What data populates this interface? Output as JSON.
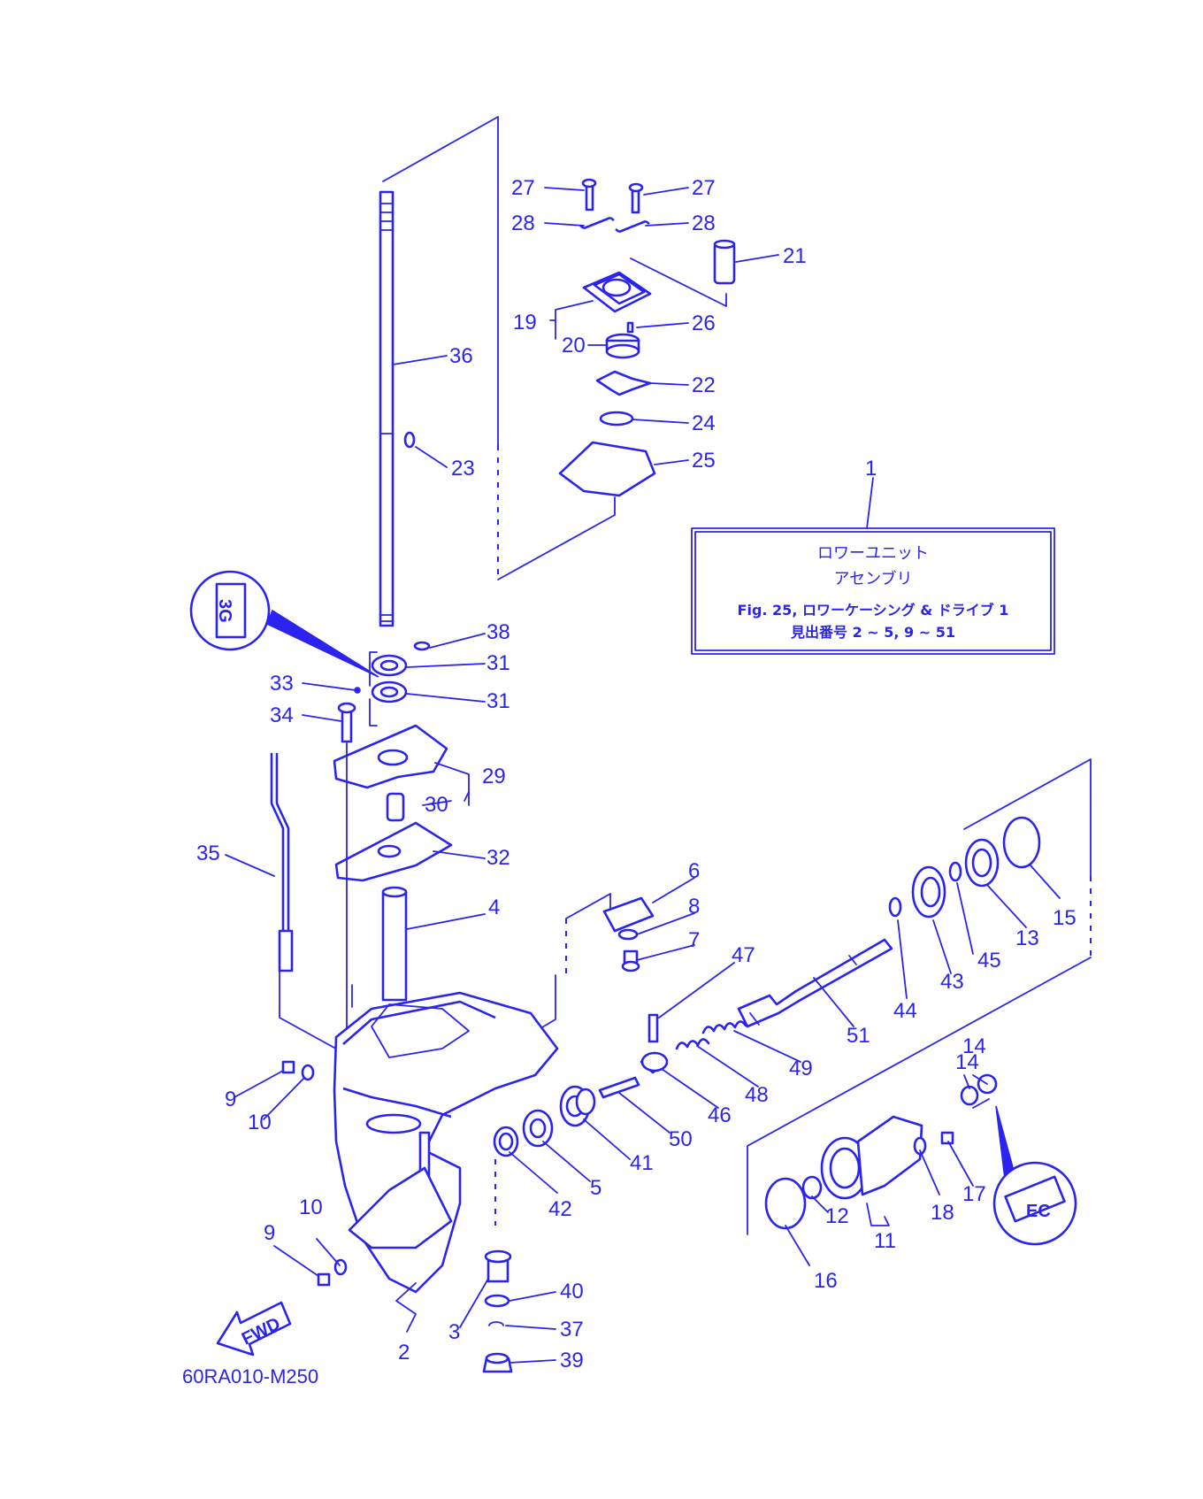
{
  "assembly": {
    "line1": "ロワーユニット",
    "line2": "アセンブリ",
    "line3": "Fig. 25, ロワーケーシング & ドライブ 1",
    "line4": "見出番号 2 ~ 5, 9 ~ 51"
  },
  "drawing_code": "60RA010-M250",
  "fwd_label": "FWD",
  "badges": {
    "left": "3G",
    "right": "EC"
  },
  "callouts": [
    {
      "id": "c1",
      "text": "1"
    },
    {
      "id": "c2",
      "text": "2"
    },
    {
      "id": "c3",
      "text": "3"
    },
    {
      "id": "c4",
      "text": "4"
    },
    {
      "id": "c5",
      "text": "5"
    },
    {
      "id": "c6",
      "text": "6"
    },
    {
      "id": "c7",
      "text": "7"
    },
    {
      "id": "c8",
      "text": "8"
    },
    {
      "id": "c9a",
      "text": "9"
    },
    {
      "id": "c9b",
      "text": "9"
    },
    {
      "id": "c10a",
      "text": "10"
    },
    {
      "id": "c10b",
      "text": "10"
    },
    {
      "id": "c11",
      "text": "11"
    },
    {
      "id": "c12",
      "text": "12"
    },
    {
      "id": "c13",
      "text": "13"
    },
    {
      "id": "c14a",
      "text": "14"
    },
    {
      "id": "c14b",
      "text": "14"
    },
    {
      "id": "c15",
      "text": "15"
    },
    {
      "id": "c16",
      "text": "16"
    },
    {
      "id": "c17",
      "text": "17"
    },
    {
      "id": "c18",
      "text": "18"
    },
    {
      "id": "c19",
      "text": "19"
    },
    {
      "id": "c20",
      "text": "20"
    },
    {
      "id": "c21",
      "text": "21"
    },
    {
      "id": "c22",
      "text": "22"
    },
    {
      "id": "c23",
      "text": "23"
    },
    {
      "id": "c24",
      "text": "24"
    },
    {
      "id": "c25",
      "text": "25"
    },
    {
      "id": "c26",
      "text": "26"
    },
    {
      "id": "c27a",
      "text": "27"
    },
    {
      "id": "c27b",
      "text": "27"
    },
    {
      "id": "c28a",
      "text": "28"
    },
    {
      "id": "c28b",
      "text": "28"
    },
    {
      "id": "c29",
      "text": "29"
    },
    {
      "id": "c30",
      "text": "30"
    },
    {
      "id": "c31a",
      "text": "31"
    },
    {
      "id": "c31b",
      "text": "31"
    },
    {
      "id": "c32",
      "text": "32"
    },
    {
      "id": "c33",
      "text": "33"
    },
    {
      "id": "c34",
      "text": "34"
    },
    {
      "id": "c35",
      "text": "35"
    },
    {
      "id": "c36",
      "text": "36"
    },
    {
      "id": "c37",
      "text": "37"
    },
    {
      "id": "c38",
      "text": "38"
    },
    {
      "id": "c39",
      "text": "39"
    },
    {
      "id": "c40",
      "text": "40"
    },
    {
      "id": "c41",
      "text": "41"
    },
    {
      "id": "c42",
      "text": "42"
    },
    {
      "id": "c43",
      "text": "43"
    },
    {
      "id": "c44",
      "text": "44"
    },
    {
      "id": "c45",
      "text": "45"
    },
    {
      "id": "c46",
      "text": "46"
    },
    {
      "id": "c47",
      "text": "47"
    },
    {
      "id": "c48",
      "text": "48"
    },
    {
      "id": "c49",
      "text": "49"
    },
    {
      "id": "c50",
      "text": "50"
    },
    {
      "id": "c51",
      "text": "51"
    }
  ]
}
